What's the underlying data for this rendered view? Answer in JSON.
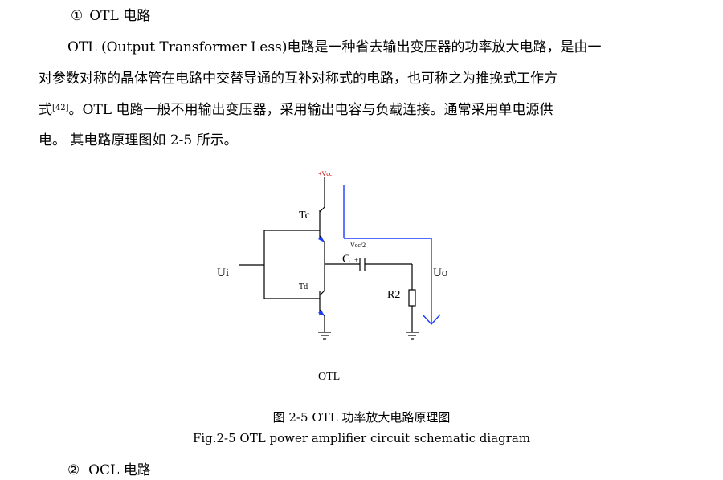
{
  "section": {
    "number": "①",
    "title": "OTL 电路"
  },
  "paragraph": {
    "line1": "OTL (Output Transformer Less)电路是一种省去输出变压器的功率放大电路，是由一",
    "line2": "对参数对称的晶体管在电路中交替导通的互补对称式的电路，也可称之为推挽式工作方",
    "line3_pre": "式",
    "citation": "[42]",
    "line3_post": "。OTL  电路一般不用输出变压器，采用输出电容与负载连接。通常采用单电源供",
    "line4": "电。  其电路原理图如 2-5 所示。"
  },
  "circuit": {
    "supply_label": "+Vcc",
    "upper_transistor": "Tc",
    "lower_transistor": "Td",
    "midpoint_label": "Vcc/2",
    "capacitor_label": "C",
    "capacitor_polarity": "+",
    "input_label": "Ui",
    "output_label": "Uo",
    "resistor_label": "R2",
    "diagram_label": "OTL",
    "line_color": "#000000",
    "current_path_color": "#1a3cff"
  },
  "figure": {
    "caption_zh": "图 2-5 OTL 功率放大电路原理图",
    "caption_en": "Fig.2-5 OTL power amplifier circuit schematic diagram"
  },
  "next_section": {
    "number": "②",
    "title": "OCL 电路"
  }
}
